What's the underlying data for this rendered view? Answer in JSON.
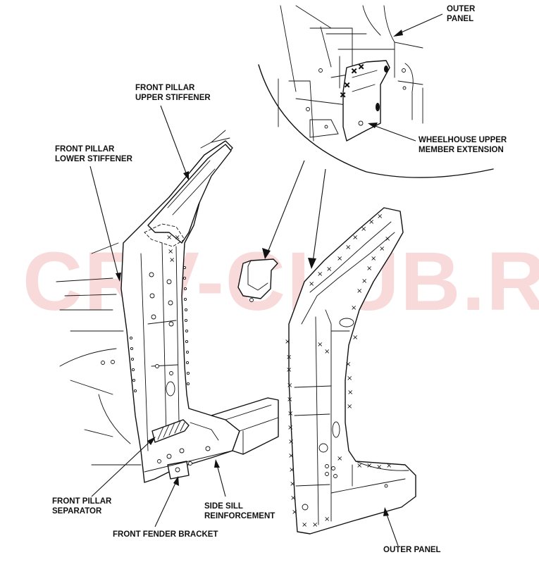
{
  "diagram": {
    "watermark": "CRV-CLUB.RU",
    "labels": {
      "outer_panel_top": [
        "OUTER",
        "PANEL"
      ],
      "front_pillar_upper_stiffener": [
        "FRONT PILLAR",
        "UPPER STIFFENER"
      ],
      "front_pillar_lower_stiffener": [
        "FRONT PILLAR",
        "LOWER STIFFENER"
      ],
      "wheelhouse_upper_member_extension": [
        "WHEELHOUSE UPPER",
        "MEMBER EXTENSION"
      ],
      "front_pillar_separator": [
        "FRONT PILLAR",
        "SEPARATOR"
      ],
      "side_sill_reinforcement": [
        "SIDE SILL",
        "REINFORCEMENT"
      ],
      "front_fender_bracket": "FRONT FENDER BRACKET",
      "outer_panel_bottom": "OUTER PANEL"
    }
  }
}
